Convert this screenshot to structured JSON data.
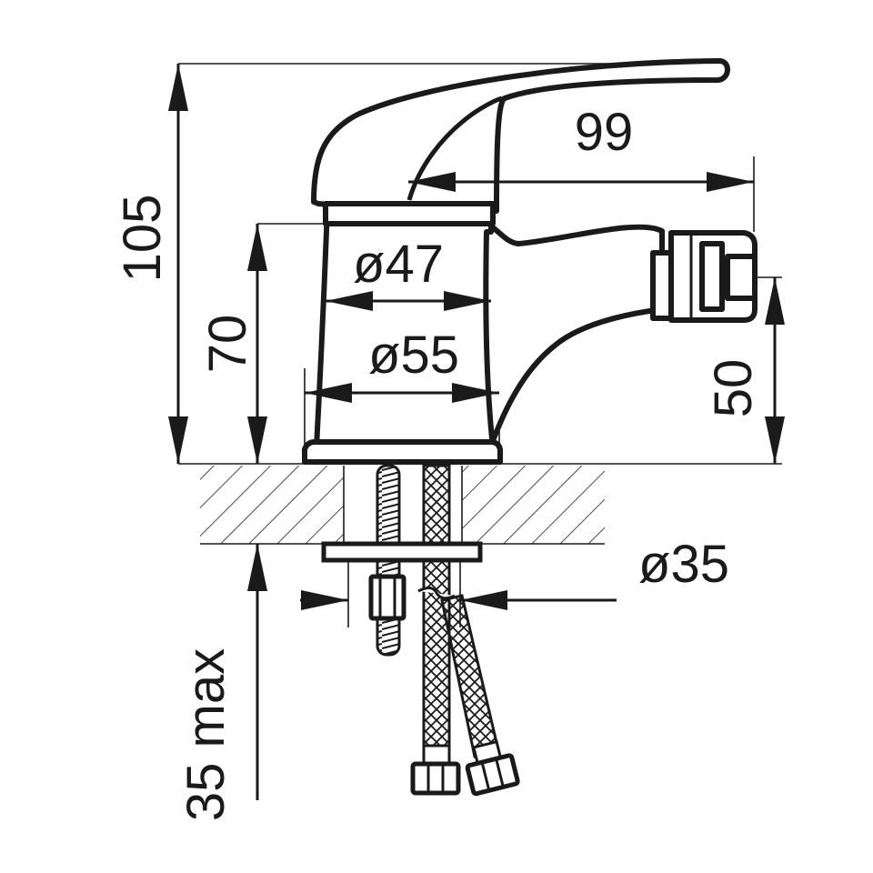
{
  "dimensions": {
    "height_total": "105",
    "height_body": "70",
    "spout_height": "50",
    "mount_thickness": "35 max",
    "diameter_top": "ø47",
    "diameter_base": "ø55",
    "diameter_hole": "ø35",
    "spout_reach": "99"
  },
  "colors": {
    "line": "#1a1a1a",
    "background": "#ffffff"
  }
}
